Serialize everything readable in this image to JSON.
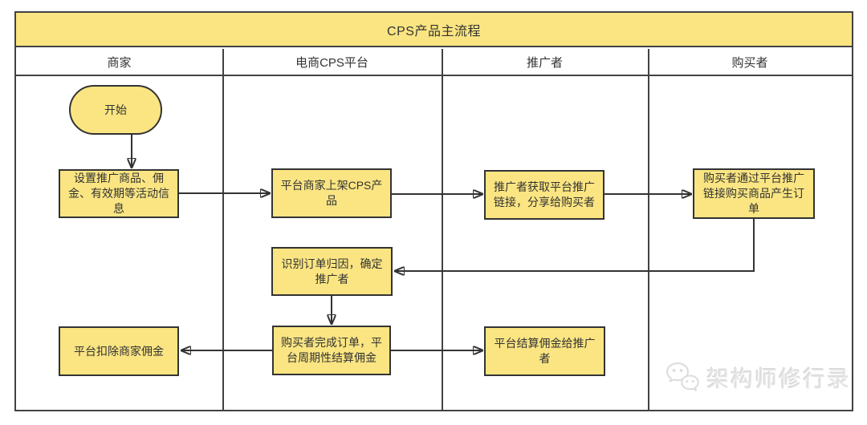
{
  "diagram": {
    "title": "CPS产品主流程",
    "lanes": [
      {
        "label": "商家"
      },
      {
        "label": "电商CPS平台"
      },
      {
        "label": "推广者"
      },
      {
        "label": "购买者"
      }
    ],
    "nodes": {
      "start": {
        "label": "开始",
        "type": "terminator",
        "lane": "商家"
      },
      "set_activity": {
        "label": "设置推广商品、佣金、有效期等活动信息",
        "type": "process",
        "lane": "商家"
      },
      "list_product": {
        "label": "平台商家上架CPS产品",
        "type": "process",
        "lane": "电商CPS平台"
      },
      "get_link": {
        "label": "推广者获取平台推广链接，分享给购买者",
        "type": "process",
        "lane": "推广者"
      },
      "buy_order": {
        "label": "购买者通过平台推广链接购买商品产生订单",
        "type": "process",
        "lane": "购买者"
      },
      "attribute_order": {
        "label": "识别订单归因，确定推广者",
        "type": "process",
        "lane": "电商CPS平台"
      },
      "settle_cycle": {
        "label": "购买者完成订单，平台周期性结算佣金",
        "type": "process",
        "lane": "电商CPS平台"
      },
      "deduct_commission": {
        "label": "平台扣除商家佣金",
        "type": "process",
        "lane": "商家"
      },
      "pay_promoter": {
        "label": "平台结算佣金给推广者",
        "type": "process",
        "lane": "推广者"
      }
    },
    "flow": [
      "start → set_activity",
      "set_activity → list_product",
      "list_product → get_link",
      "get_link → buy_order",
      "buy_order → attribute_order",
      "attribute_order → settle_cycle",
      "settle_cycle → deduct_commission",
      "settle_cycle → pay_promoter"
    ],
    "colors": {
      "node_fill": "#FAE582",
      "node_border": "#333333",
      "frame_border": "#424242",
      "text": "#333333",
      "watermark": "#E4E4E4"
    },
    "watermark": {
      "text": "架构师修行录",
      "icon": "wechat-logo"
    }
  }
}
